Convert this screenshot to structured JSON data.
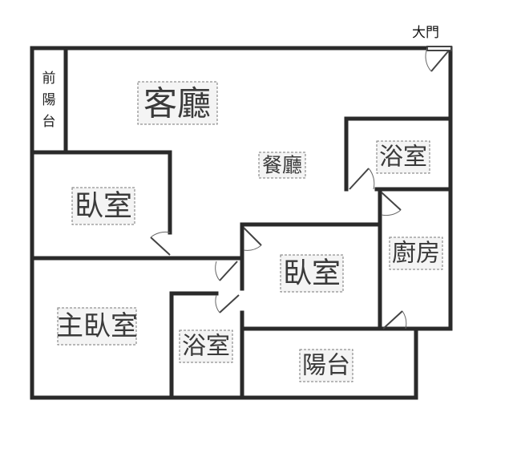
{
  "entrance_label": "大門",
  "rooms": {
    "front_balcony": [
      "前",
      "陽",
      "台"
    ],
    "living_room": "客廳",
    "dining_room": "餐廳",
    "bathroom_1": "浴室",
    "bedroom_1": "臥室",
    "bedroom_2": "臥室",
    "kitchen": "廚房",
    "master_bedroom": "主臥室",
    "bathroom_2": "浴室",
    "balcony": "陽台"
  }
}
